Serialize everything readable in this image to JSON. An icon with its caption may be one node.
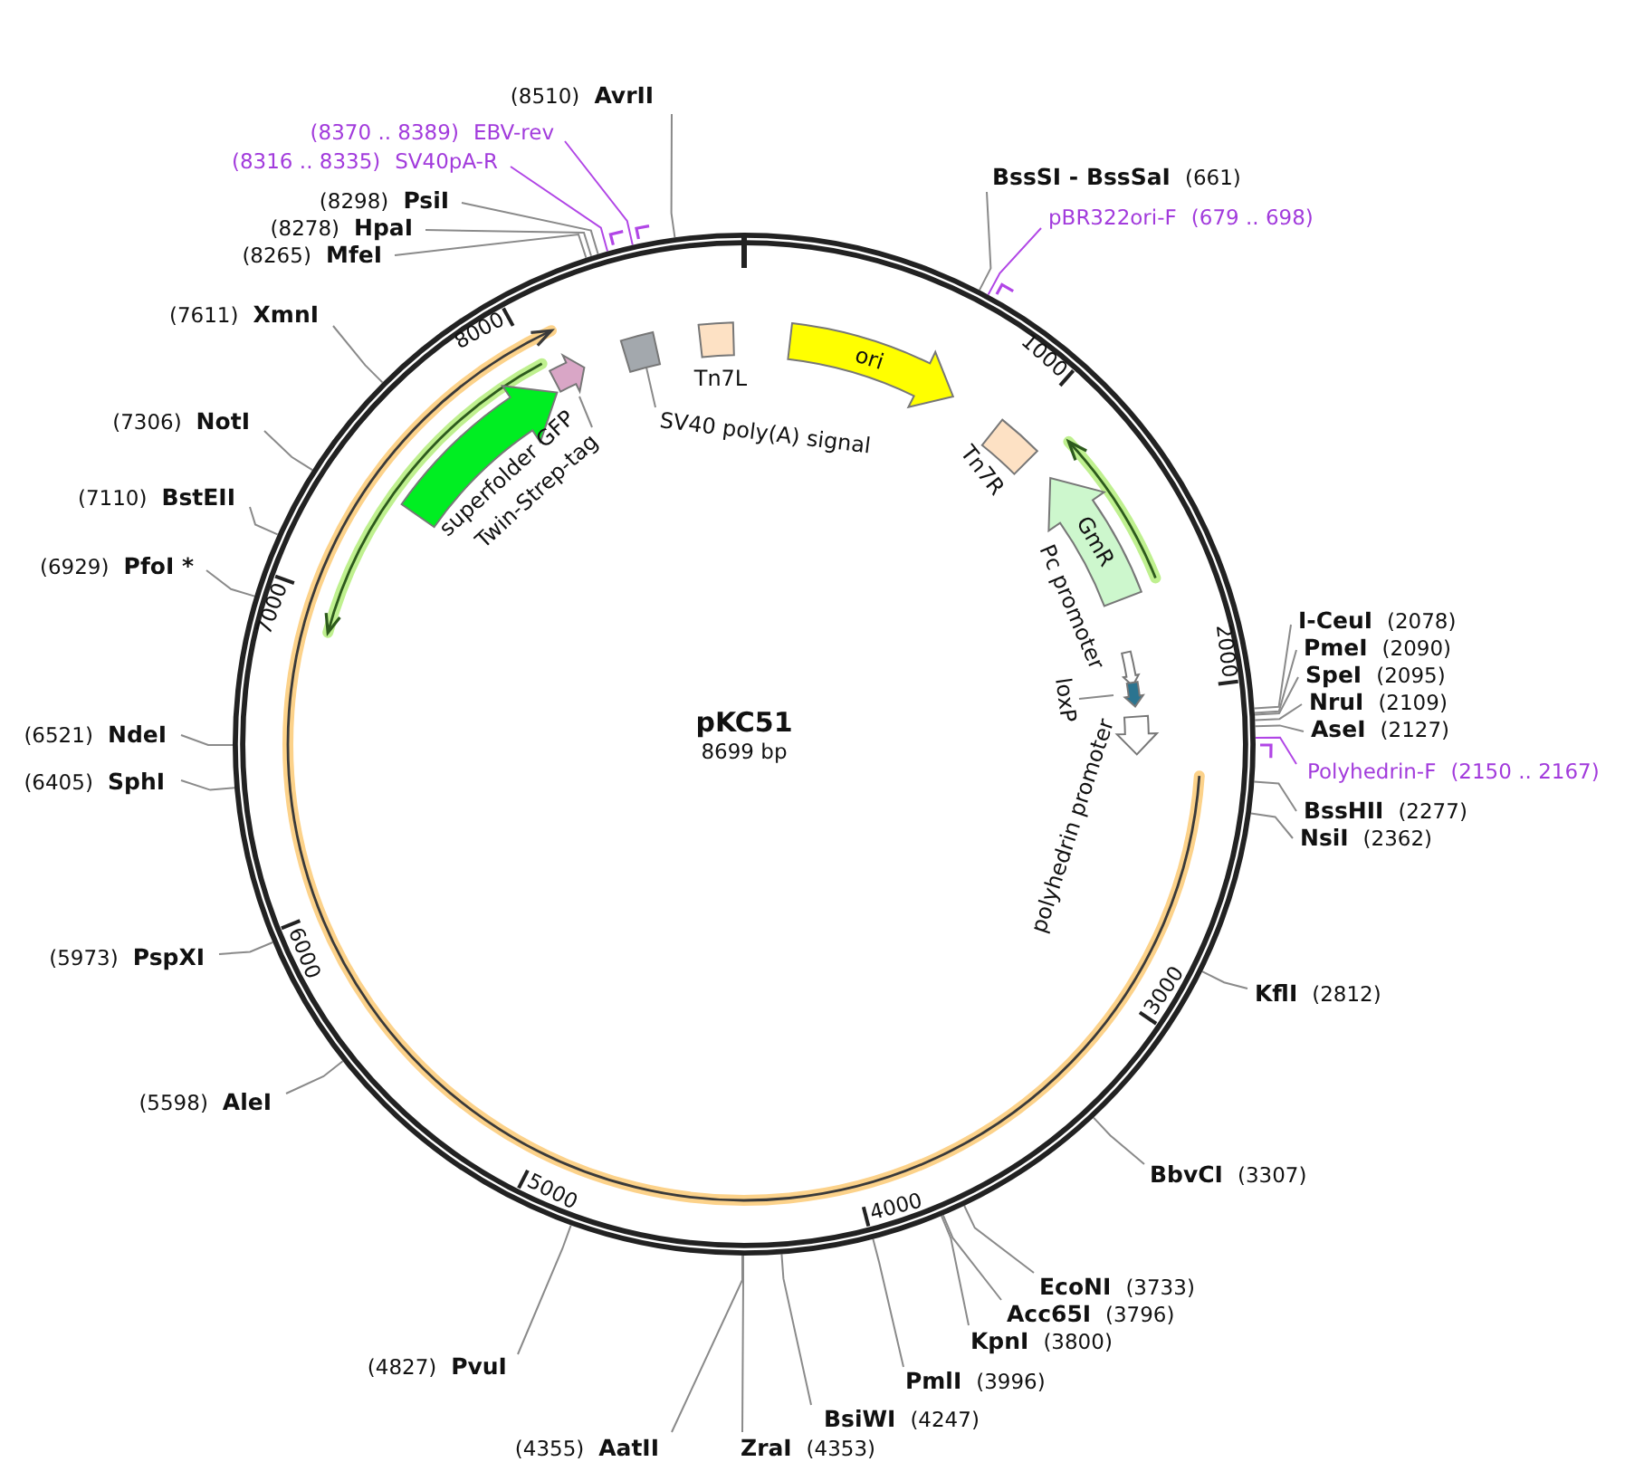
{
  "diagram": {
    "title": "pKC51",
    "nodes": [
      {
        "text": [],
        "shape": "circle"
      },
      {
        "text": [
          "(8510)",
          "AvrII"
        ]
      },
      {
        "text": [
          "(8370 .. 8389)",
          "EBV-rev"
        ]
      },
      {
        "text": [
          "(8316 .. 8335)",
          "SV40pA-R"
        ]
      },
      {
        "text": [
          "(8298)",
          "PsiI"
        ]
      },
      {
        "text": [
          "(8278)",
          "HpaI"
        ]
      },
      {
        "text": [
          "(8265)",
          "MfeI"
        ]
      },
      {
        "text": [
          "BssSI - BssSaI",
          "(661)"
        ]
      },
      {
        "text": [
          "pBR322ori-F",
          "(679 .. 698)"
        ]
      },
      {
        "text": [
          "(7611)",
          "XmnI"
        ]
      },
      {
        "text": [
          "(7306)",
          "NotI"
        ]
      },
      {
        "text": [
          "(7110)",
          "BstEII"
        ]
      },
      {
        "text": [
          "(6929)",
          "PfoI *"
        ]
      },
      {
        "text": [
          "I-CeuI",
          "(2078)"
        ]
      },
      {
        "text": [
          "PmeI",
          "(2090)"
        ]
      },
      {
        "text": [
          "SpeI",
          "(2095)"
        ]
      },
      {
        "text": [
          "NruI",
          "(2109)"
        ]
      },
      {
        "text": [
          "AseI",
          "(2127)"
        ]
      },
      {
        "text": [
          "(6521)",
          "NdeI"
        ]
      },
      {
        "text": [
          "Polyhedrin-F",
          "(2150 .. 2167)"
        ]
      },
      {
        "text": [
          "(6405)",
          "SphI"
        ]
      },
      {
        "text": [
          "BssHII",
          "(2277)"
        ]
      },
      {
        "text": [
          "NsiI",
          "(2362)"
        ]
      },
      {
        "text": [
          "(5973)",
          "PspXI"
        ]
      },
      {
        "text": [
          "KflI",
          "(2812)"
        ]
      },
      {
        "text": [
          "(5598)",
          "AleI"
        ]
      },
      {
        "text": [
          "BbvCI",
          "(3307)"
        ]
      },
      {
        "text": [
          "EcoNI",
          "(3733)"
        ]
      },
      {
        "text": [
          "Acc65I",
          "(3796)"
        ]
      },
      {
        "text": [
          "KpnI",
          "(3800)"
        ]
      },
      {
        "text": [
          "(4827)",
          "PvuI"
        ]
      },
      {
        "text": [
          "PmlI",
          "(3996)"
        ]
      },
      {
        "text": [
          "BsiWI",
          "(4247)"
        ]
      },
      {
        "text": [
          "(4355)",
          "AatII"
        ]
      },
      {
        "text": [
          "ZraI",
          "(4353)"
        ]
      },
      {
        "text": [
          "superfolder GFP"
        ],
        "in": 0
      },
      {
        "text": [],
        "shape": "pentagon",
        "in": 0
      },
      {
        "text": [
          "Twin-Strep-tag"
        ],
        "in": 0
      },
      {
        "text": [],
        "shape": "box",
        "in": 0
      },
      {
        "text": [
          "Tn7L"
        ],
        "in": 0
      },
      {
        "text": [
          "SV40 poly(A) signal"
        ],
        "in": 0
      },
      {
        "text": [
          "ori"
        ],
        "in": 0
      },
      {
        "text": [
          "Tn7R"
        ],
        "in": 0
      },
      {
        "text": [
          "GmR"
        ],
        "in": 0
      },
      {
        "text": [
          "Pc promoter"
        ],
        "in": 0
      },
      {
        "text": [],
        "shape": "pentagon",
        "in": 0
      },
      {
        "text": [
          "loxP"
        ],
        "in": 0
      },
      {
        "text": [
          "polyhedrin promoter"
        ],
        "in": 0
      }
    ],
    "edges": [
      {
        "from": 1,
        "to": 0,
        "arrow": "none"
      },
      {
        "from": 2,
        "to": 0,
        "arrow": "none",
        "color": "#b146e6"
      },
      {
        "from": 3,
        "to": 0,
        "arrow": "none",
        "color": "#b146e6"
      },
      {
        "from": 4,
        "to": 0,
        "arrow": "none"
      },
      {
        "from": 5,
        "to": 0,
        "arrow": "none"
      },
      {
        "from": 6,
        "to": 0,
        "arrow": "none"
      },
      {
        "from": 7,
        "to": 0,
        "arrow": "none"
      },
      {
        "from": 8,
        "to": 0,
        "arrow": "none",
        "color": "#b146e6"
      },
      {
        "from": 9,
        "to": 0,
        "arrow": "none"
      },
      {
        "from": 10,
        "to": 0,
        "arrow": "none"
      },
      {
        "from": 11,
        "to": 0,
        "arrow": "none"
      },
      {
        "from": 12,
        "to": 0,
        "arrow": "none"
      },
      {
        "from": 13,
        "to": 0,
        "arrow": "none"
      },
      {
        "from": 14,
        "to": 0,
        "arrow": "none"
      },
      {
        "from": 15,
        "to": 0,
        "arrow": "none"
      },
      {
        "from": 16,
        "to": 0,
        "arrow": "none"
      },
      {
        "from": 17,
        "to": 0,
        "arrow": "none"
      },
      {
        "from": 18,
        "to": 0,
        "arrow": "none"
      },
      {
        "from": 19,
        "to": 0,
        "arrow": "none",
        "color": "#b146e6"
      },
      {
        "from": 20,
        "to": 0,
        "arrow": "none"
      },
      {
        "from": 21,
        "to": 0,
        "arrow": "none"
      },
      {
        "from": 22,
        "to": 0,
        "arrow": "none"
      },
      {
        "from": 23,
        "to": 0,
        "arrow": "none"
      },
      {
        "from": 24,
        "to": 0,
        "arrow": "none"
      },
      {
        "from": 25,
        "to": 0,
        "arrow": "none"
      },
      {
        "from": 26,
        "to": 0,
        "arrow": "none"
      },
      {
        "from": 27,
        "to": 0,
        "arrow": "none"
      },
      {
        "from": 28,
        "to": 0,
        "arrow": "none"
      },
      {
        "from": 29,
        "to": 0,
        "arrow": "none"
      },
      {
        "from": 30,
        "to": 0,
        "arrow": "none"
      },
      {
        "from": 31,
        "to": 0,
        "arrow": "none"
      },
      {
        "from": 32,
        "to": 0,
        "arrow": "none"
      },
      {
        "from": 33,
        "to": 0,
        "arrow": "none"
      },
      {
        "from": 34,
        "to": 0,
        "arrow": "none"
      },
      {
        "from": 37,
        "to": 36,
        "arrow": "none"
      },
      {
        "from": 40,
        "to": 38,
        "arrow": "none"
      },
      {
        "from": 46,
        "to": 45,
        "arrow": "none"
      }
    ],
    "labels": [
      "8699 bp",
      "1000",
      "2000",
      "3000",
      "4000",
      "5000",
      "6000",
      "7000",
      "8000"
    ]
  }
}
